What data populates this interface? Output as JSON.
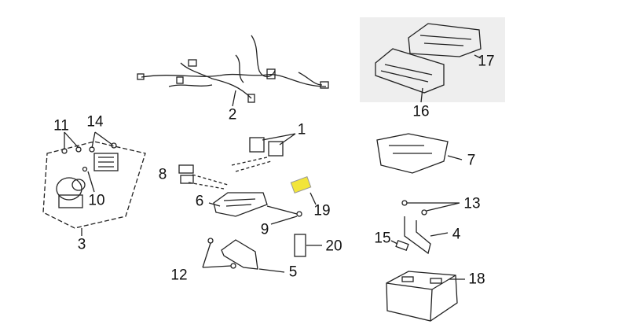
{
  "diagram": {
    "type": "exploded-parts-diagram",
    "callouts": [
      {
        "id": "1",
        "label": "1"
      },
      {
        "id": "2",
        "label": "2"
      },
      {
        "id": "3",
        "label": "3"
      },
      {
        "id": "4",
        "label": "4"
      },
      {
        "id": "5",
        "label": "5"
      },
      {
        "id": "6",
        "label": "6"
      },
      {
        "id": "7",
        "label": "7"
      },
      {
        "id": "8",
        "label": "8"
      },
      {
        "id": "9",
        "label": "9"
      },
      {
        "id": "10",
        "label": "10"
      },
      {
        "id": "11",
        "label": "11"
      },
      {
        "id": "12",
        "label": "12"
      },
      {
        "id": "13",
        "label": "13"
      },
      {
        "id": "14",
        "label": "14"
      },
      {
        "id": "15",
        "label": "15"
      },
      {
        "id": "16",
        "label": "16"
      },
      {
        "id": "17",
        "label": "17"
      },
      {
        "id": "18",
        "label": "18"
      },
      {
        "id": "19",
        "label": "19"
      },
      {
        "id": "20",
        "label": "20"
      }
    ],
    "colors": {
      "line": "#222222",
      "fuse": "#f2e53a",
      "panel": "#eeeeee"
    }
  }
}
